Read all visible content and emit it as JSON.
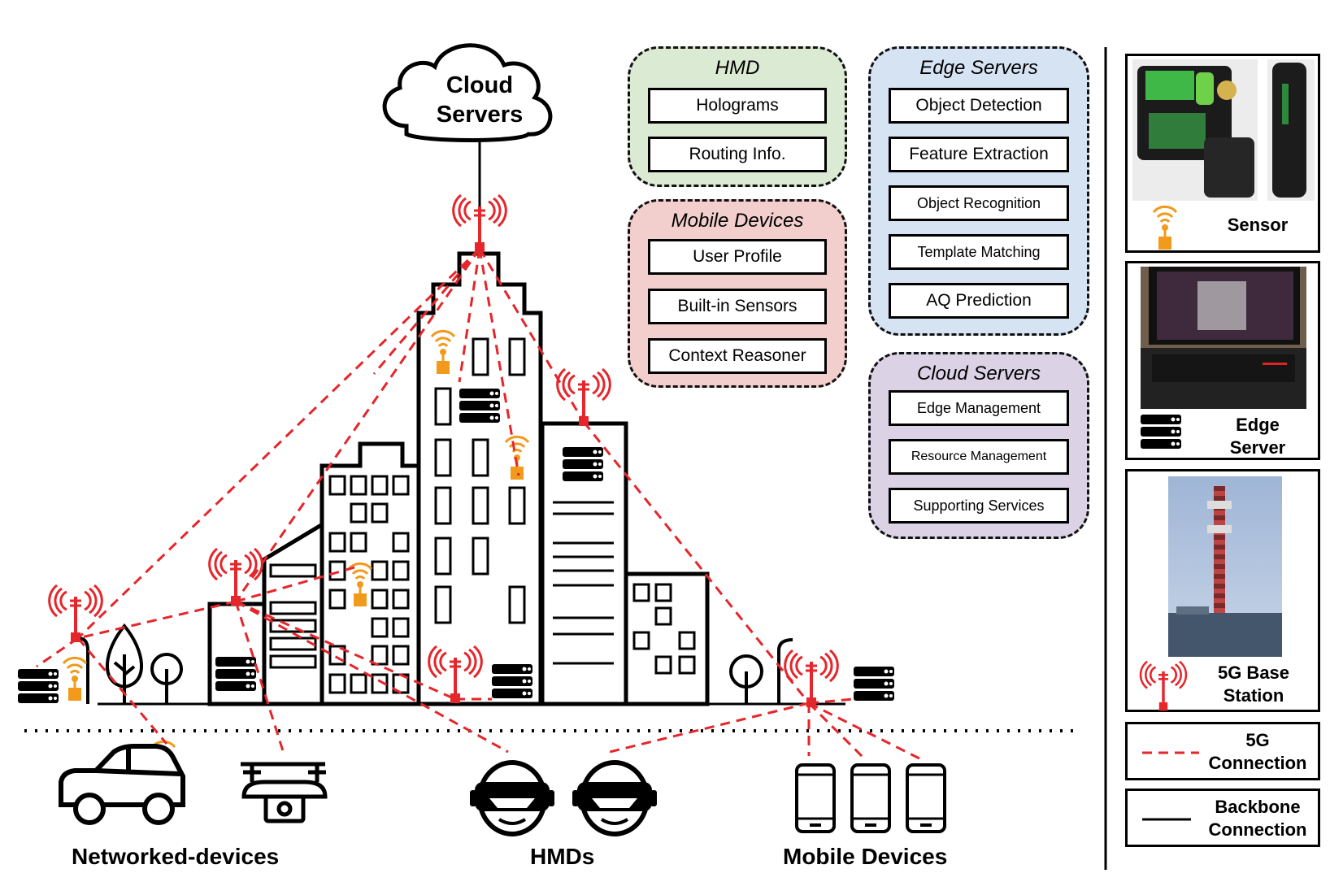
{
  "colors": {
    "hmd_bg": "#dbead3",
    "mobile_bg": "#f2cfcd",
    "edge_bg": "#d6e3f3",
    "cloud_bg": "#dcd2e6",
    "connection_red": "#e5262b",
    "sensor_orange": "#f29a1c"
  },
  "cloud": {
    "line1": "Cloud",
    "line2": "Servers"
  },
  "groups": {
    "hmd": {
      "title": "HMD",
      "items": [
        "Holograms",
        "Routing Info."
      ]
    },
    "mobile": {
      "title": "Mobile Devices",
      "items": [
        "User Profile",
        "Built-in Sensors",
        "Context Reasoner"
      ]
    },
    "edge": {
      "title": "Edge Servers",
      "items": [
        "Object Detection",
        "Feature Extraction",
        "Object Recognition",
        "Template Matching",
        "AQ Prediction"
      ]
    },
    "cloud": {
      "title": "Cloud Servers",
      "items": [
        "Edge Management",
        "Resource Management",
        "Supporting Services"
      ]
    }
  },
  "bottom_labels": {
    "networked": "Networked-devices",
    "hmds": "HMDs",
    "mobile": "Mobile Devices"
  },
  "legend": {
    "sensor": {
      "label": "Sensor",
      "icon": "sensor-icon"
    },
    "edge_server": {
      "line1": "Edge",
      "line2": "Server",
      "icon": "server-icon"
    },
    "base_station": {
      "line1": "5G Base",
      "line2": "Station",
      "icon": "antenna-icon"
    },
    "g5_connection": {
      "line1": "5G",
      "line2": "Connection"
    },
    "backbone_connection": {
      "line1": "Backbone",
      "line2": "Connection"
    }
  }
}
